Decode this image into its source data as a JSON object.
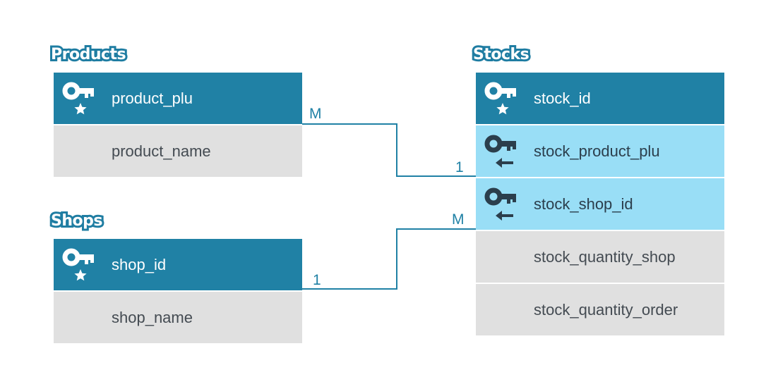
{
  "colors": {
    "primary_key_row": "#2081a5",
    "foreign_key_row": "#99def6",
    "attribute_row": "#e0e0e0",
    "connector": "#2081a5"
  },
  "entities": {
    "products": {
      "title": "Products",
      "rows": [
        {
          "name": "product_plu",
          "kind": "primary-key",
          "icon": "key-star-icon"
        },
        {
          "name": "product_name",
          "kind": "attribute"
        }
      ]
    },
    "shops": {
      "title": "Shops",
      "rows": [
        {
          "name": "shop_id",
          "kind": "primary-key",
          "icon": "key-star-icon"
        },
        {
          "name": "shop_name",
          "kind": "attribute"
        }
      ]
    },
    "stocks": {
      "title": "Stocks",
      "rows": [
        {
          "name": "stock_id",
          "kind": "primary-key",
          "icon": "key-star-icon"
        },
        {
          "name": "stock_product_plu",
          "kind": "foreign-key",
          "icon": "key-arrow-icon"
        },
        {
          "name": "stock_shop_id",
          "kind": "foreign-key",
          "icon": "key-arrow-icon"
        },
        {
          "name": "stock_quantity_shop",
          "kind": "attribute"
        },
        {
          "name": "stock_quantity_order",
          "kind": "attribute"
        }
      ]
    }
  },
  "relationships": [
    {
      "from": "products.product_plu",
      "to": "stocks.stock_product_plu",
      "from_cardinality": "M",
      "to_cardinality": "1"
    },
    {
      "from": "shops.shop_id",
      "to": "stocks.stock_shop_id",
      "from_cardinality": "1",
      "to_cardinality": "M"
    }
  ]
}
